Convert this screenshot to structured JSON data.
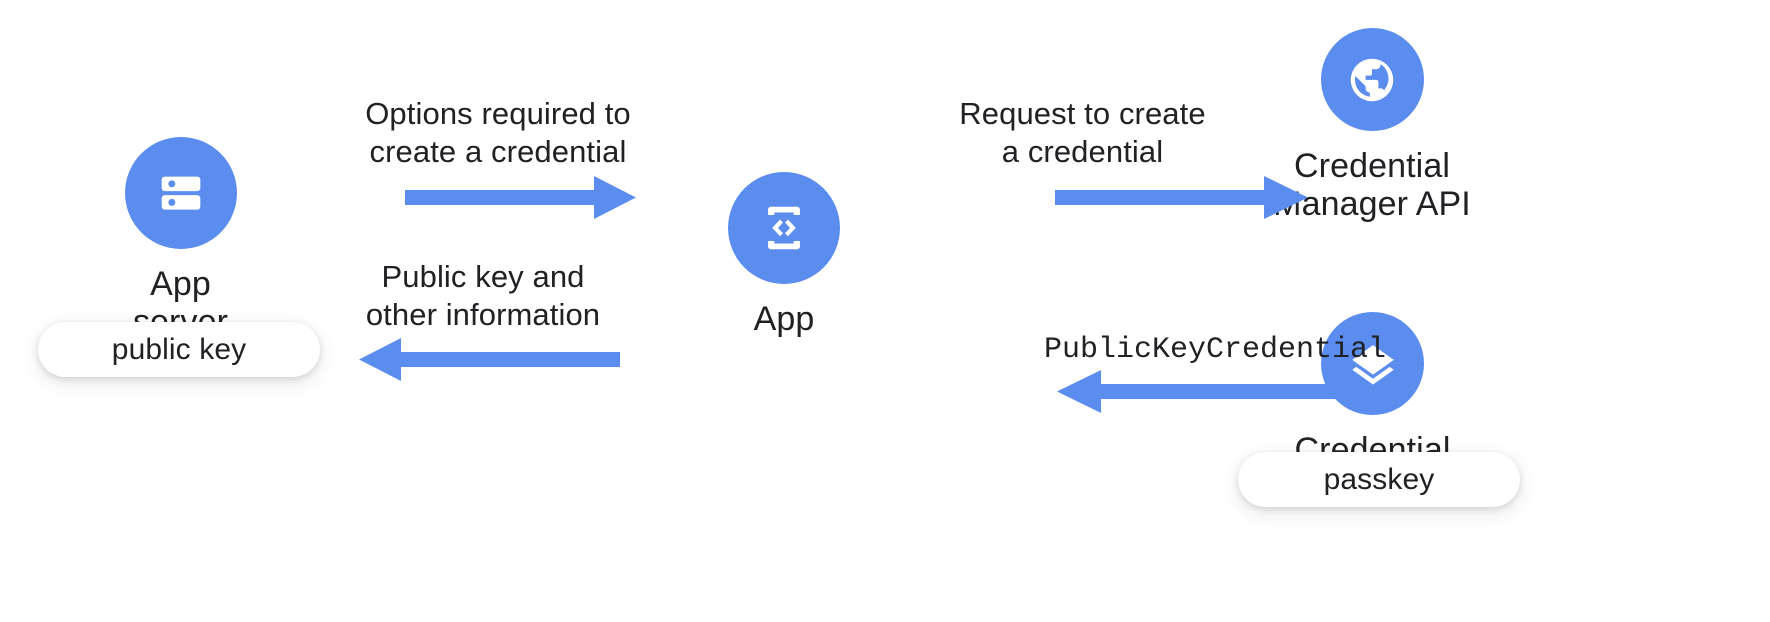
{
  "theme": {
    "accent_blue": "#5b8def",
    "text_color": "#202124",
    "background": "#ffffff",
    "pill_background": "#ffffff"
  },
  "nodes": [
    {
      "id": "app-server",
      "label": "App server",
      "icon": "server-icon",
      "pill": "public key"
    },
    {
      "id": "app",
      "label": "App",
      "icon": "phone-code-icon",
      "pill": null
    },
    {
      "id": "credential-manager-api",
      "label": "Credential\nManager API",
      "icon": "globe-icon",
      "pill": null
    },
    {
      "id": "credential-store",
      "label": "Credential Store",
      "icon": "layers-icon",
      "pill": "passkey"
    }
  ],
  "flows": [
    {
      "id": "options-required",
      "label": "Options required to\ncreate a credential",
      "direction": "right",
      "from": "app-server",
      "to": "app",
      "mono": false
    },
    {
      "id": "public-key-and-other-information",
      "label": "Public key and\nother information",
      "direction": "left",
      "from": "app",
      "to": "app-server",
      "mono": false
    },
    {
      "id": "request-to-create",
      "label": "Request to create\na credential",
      "direction": "right",
      "from": "app",
      "to": "credential-manager-api",
      "mono": false
    },
    {
      "id": "public-key-credential",
      "label": "PublicKeyCredential",
      "direction": "left",
      "from": "credential-store",
      "to": "app",
      "mono": true
    }
  ]
}
